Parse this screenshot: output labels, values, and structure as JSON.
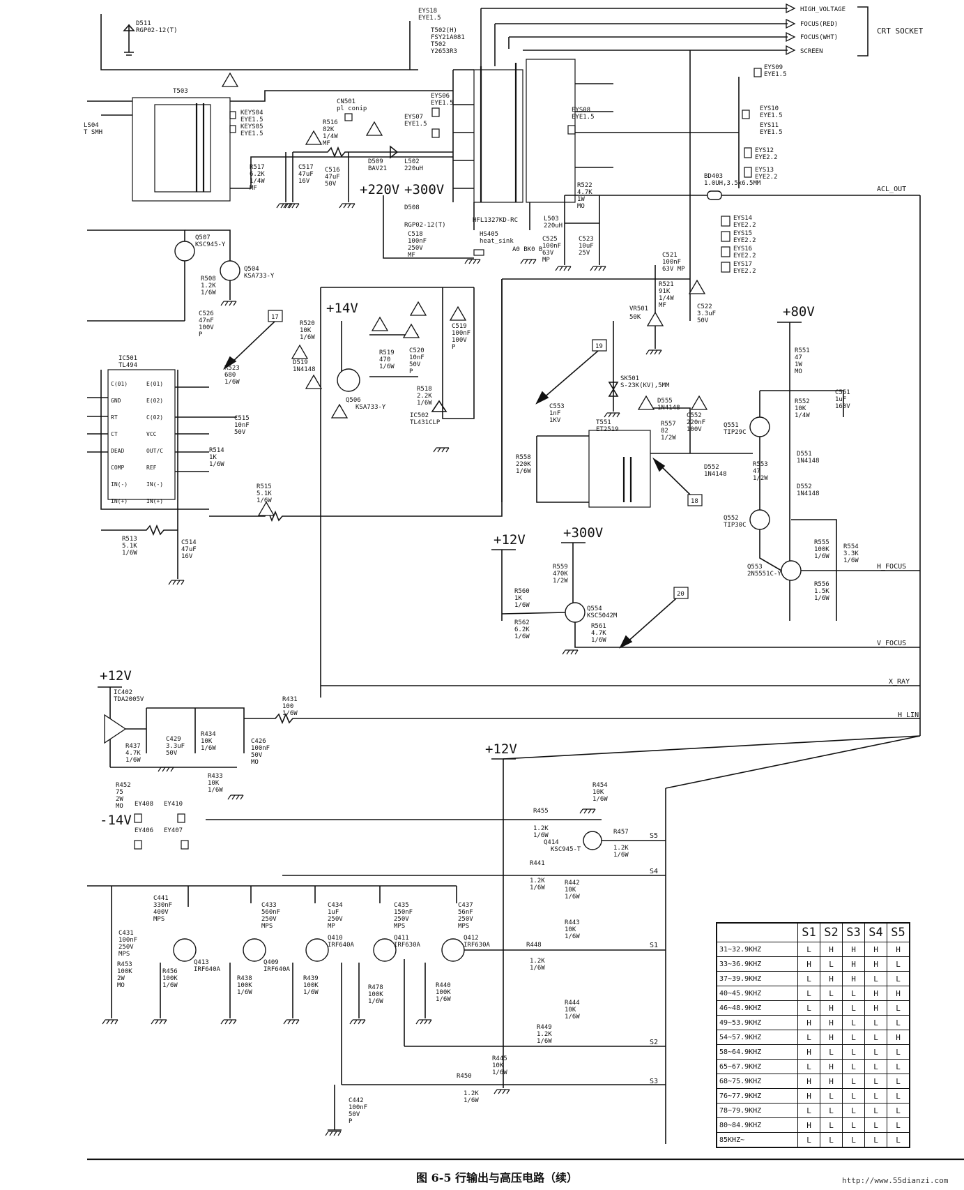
{
  "figure": {
    "caption": "图 6-5   行输出与高压电路（续）",
    "watermark": "http://www.55dianzi.com"
  },
  "connectors": {
    "crt_socket_label": "CRT SOCKET",
    "outputs": [
      "HIGH_VOLTAGE",
      "FOCUS(RED)",
      "FOCUS(WHT)",
      "SCREEN"
    ],
    "nets": [
      "ACL_OUT",
      "H_FOCUS",
      "V_FOCUS",
      "X_RAY",
      "H_LIN"
    ],
    "switch_lines": [
      "S5",
      "S4",
      "S1",
      "S2",
      "S3"
    ]
  },
  "rails": {
    "p220": "+220V",
    "p300a": "+300V",
    "p14": "+14V",
    "p80": "+80V",
    "p12a": "+12V",
    "p300b": "+300V",
    "p12b": "+12V",
    "p12c": "+12V",
    "m14": "-14V"
  },
  "callouts": [
    "17",
    "19",
    "18",
    "20"
  ],
  "components": {
    "d511": "D511",
    "d511v": "RGP02-12(T)",
    "eys18": "EYS18",
    "eys18v": "EYE1.5",
    "t502a": "T502(H)",
    "t502b": "FSY21A081",
    "t502c": "T502",
    "t502d": "Y2653R3",
    "t503": "T503",
    "ls04": "LS04",
    "ls04v": "T SMH",
    "keys04": "KEYS04",
    "keys04v": "EYE1.5",
    "keys05": "KEYS05",
    "keys05v": "EYE1.5",
    "cn501": "CN501",
    "cn501v": "pl conip",
    "eys06": "EYS06",
    "eys06v": "EYE1.5",
    "eys07": "EYS07",
    "eys07v": "EYE1.5",
    "eys08": "EYS08",
    "eys08v": "EYE1.5",
    "eys09": "EYS09",
    "eys09v": "EYE1.5",
    "eys10": "EYS10",
    "eys10v": "EYE1.5",
    "eys11": "EYS11",
    "eys11v": "EYE1.5",
    "eys12": "EYS12",
    "eys12v": "EYE2.2",
    "eys13": "EYS13",
    "eys13v": "EYE2.2",
    "eys14": "EYS14",
    "eys14v": "EYE2.2",
    "eys15": "EYS15",
    "eys15v": "EYE2.2",
    "eys16": "EYS16",
    "eys16v": "EYE2.2",
    "eys17": "EYS17",
    "eys17v": "EYE2.2",
    "r516": "R516",
    "r516v": "82K",
    "r516w": "1/4W",
    "r516x": "MF",
    "r517": "R517",
    "r517v": "6.2K",
    "r517w": "1/4W",
    "r517x": "MF",
    "c517": "C517",
    "c517v": "47uF",
    "c517w": "16V",
    "c516": "C516",
    "c516v": "47uF",
    "c516w": "50V",
    "d509": "D509",
    "d509v": "BAV21",
    "l502": "L502",
    "l502v": "220uH",
    "d508": "D508",
    "d508v": "RGP02-12(T)",
    "c518": "C518",
    "c518v": "100nF",
    "c518w": "250V",
    "c518x": "MF",
    "fbt": "HFL1327KD-RC",
    "l503": "L503",
    "l503v": "220uH",
    "hs405": "HS405",
    "hs405v": "heat_sink",
    "hs405w": "A0 BK0 B",
    "c525": "C525",
    "c525v": "100nF",
    "c525w": "63V",
    "c525x": "MP",
    "c523": "C523",
    "c523v": "10uF",
    "c523w": "25V",
    "r522": "R522",
    "r522v": "4.7K",
    "r522w": "1W",
    "r522x": "MO",
    "bd403": "BD403",
    "bd403v": "1.0UH,3.5x6.5MM",
    "c521": "C521",
    "c521v": "100nF",
    "c521w": "63V MP",
    "r521": "R521",
    "r521v": "91K",
    "r521w": "1/4W",
    "r521x": "MF",
    "vr501": "VR501",
    "vr501v": "50K",
    "c522": "C522",
    "c522v": "3.3uF",
    "c522w": "50V",
    "q507": "Q507",
    "q507v": "KSC945-Y",
    "q504": "Q504",
    "q504v": "KSA733-Y",
    "r508": "R508",
    "r508v": "1.2K",
    "r508w": "1/6W",
    "c526": "C526",
    "c526v": "47nF",
    "c526w": "100V",
    "c526x": "P",
    "ic501": "IC501",
    "ic501v": "TL494",
    "ic501_pins": [
      "C(01)",
      "E(01)",
      "GND",
      "E(02)",
      "RT",
      "C(02)",
      "CT",
      "VCC",
      "DEAD",
      "OUT/C",
      "COMP",
      "REF",
      "IN(-)",
      "IN(-)",
      "IN(+)",
      "IN(+)"
    ],
    "r523": "R523",
    "r523v": "680",
    "r523w": "1/6W",
    "c515": "C515",
    "c515v": "10nF",
    "c515w": "50V",
    "r514": "R514",
    "r514v": "1K",
    "r514w": "1/6W",
    "r515": "R515",
    "r515v": "5.1K",
    "r515w": "1/6W",
    "r513": "R513",
    "r513v": "5.1K",
    "r513w": "1/6W",
    "c514": "C514",
    "c514v": "47uF",
    "c514w": "16V",
    "r520": "R520",
    "r520v": "10K",
    "r520w": "1/6W",
    "d519": "D519",
    "d519v": "1N4148",
    "q506": "Q506",
    "q506v": "KSA733-Y",
    "r519": "R519",
    "r519v": "470",
    "r519w": "1/6W",
    "c520": "C520",
    "c520v": "10nF",
    "c520w": "50V",
    "c520x": "P",
    "r518": "R518",
    "r518v": "2.2K",
    "r518w": "1/6W",
    "c519": "C519",
    "c519v": "100nF",
    "c519w": "100V",
    "c519x": "P",
    "ic502": "IC502",
    "ic502v": "TL431CLP",
    "sk501": "SK501",
    "sk501v": "S-23K(KV),5MM",
    "c553": "C553",
    "c553v": "1nF",
    "c553w": "1KV",
    "r558": "R558",
    "r558v": "220K",
    "r558w": "1/6W",
    "t551": "T551",
    "t551v": "ET2519",
    "d555": "D555",
    "d555v": "1N4148",
    "r557": "R557",
    "r557v": "82",
    "r557w": "1/2W",
    "c552": "C552",
    "c552v": "220nF",
    "c552w": "100V",
    "d552b": "D552",
    "d552bv": "1N4148",
    "r553": "R553",
    "r553v": "47",
    "r553w": "1/2W",
    "r551": "R551",
    "r551v": "47",
    "r551w": "1W",
    "r551x": "MO",
    "r552": "R552",
    "r552v": "10K",
    "r552w": "1/4W",
    "c551": "C551",
    "c551v": "1uF",
    "c551w": "160V",
    "q551": "Q551",
    "q551v": "TIP29C",
    "d551": "D551",
    "d551v": "1N4148",
    "d552": "D552",
    "d552v": "1N4148",
    "q552": "Q552",
    "q552v": "TIP30C",
    "r555": "R555",
    "r555v": "100K",
    "r555w": "1/6W",
    "r554": "R554",
    "r554v": "3.3K",
    "r554w": "1/6W",
    "q553": "Q553",
    "q553v": "2N5551C-Y",
    "r556": "R556",
    "r556v": "1.5K",
    "r556w": "1/6W",
    "r559": "R559",
    "r559v": "470K",
    "r559w": "1/2W",
    "r560": "R560",
    "r560v": "1K",
    "r560w": "1/6W",
    "q554": "Q554",
    "q554v": "KSC5042M",
    "r562": "R562",
    "r562v": "6.2K",
    "r562w": "1/6W",
    "r561": "R561",
    "r561v": "4.7K",
    "r561w": "1/6W",
    "ic402": "IC402",
    "ic402v": "TDA2005V",
    "c429": "C429",
    "c429v": "3.3uF",
    "c429w": "50V",
    "r437": "R437",
    "r437v": "4.7K",
    "r437w": "1/6W",
    "r434": "R434",
    "r434v": "10K",
    "r434w": "1/6W",
    "c426": "C426",
    "c426v": "100nF",
    "c426w": "50V",
    "c426x": "MO",
    "r431": "R431",
    "r431v": "100",
    "r431w": "1/6W",
    "r433": "R433",
    "r433v": "10K",
    "r433w": "1/6W",
    "r452": "R452",
    "r452v": "75",
    "r452w": "2W",
    "r452x": "MO",
    "ey408": "EY408",
    "ey410": "EY410",
    "ey406": "EY406",
    "ey407": "EY407",
    "r454": "R454",
    "r454v": "10K",
    "r454w": "1/6W",
    "r455": "R455",
    "r455v": "1.2K",
    "r455w": "1/6W",
    "q414": "Q414",
    "q414v": "KSC945-T",
    "r457": "R457",
    "r457v": "1.2K",
    "r457w": "1/6W",
    "r441": "R441",
    "r441v": "1.2K",
    "r441w": "1/6W",
    "r442": "R442",
    "r442v": "10K",
    "r442w": "1/6W",
    "c441": "C441",
    "c441v": "330nF",
    "c441w": "400V",
    "c441x": "MPS",
    "c433": "C433",
    "c433v": "560nF",
    "c433w": "250V",
    "c433x": "MPS",
    "c434": "C434",
    "c434v": "1uF",
    "c434w": "250V",
    "c434x": "MP",
    "c435": "C435",
    "c435v": "150nF",
    "c435w": "250V",
    "c435x": "MPS",
    "c437": "C437",
    "c437v": "56nF",
    "c437w": "250V",
    "c437x": "MPS",
    "c431": "C431",
    "c431v": "100nF",
    "c431w": "250V",
    "c431x": "MPS",
    "r453": "R453",
    "r453v": "100K",
    "r453w": "2W",
    "r453x": "MO",
    "q413": "Q413",
    "q413v": "IRF640A",
    "q409": "Q409",
    "q409v": "IRF640A",
    "q410": "Q410",
    "q410v": "IRF640A",
    "q411": "Q411",
    "q411v": "IRF630A",
    "q412": "Q412",
    "q412v": "IRF630A",
    "r456": "R456",
    "r456v": "100K",
    "r456w": "1/6W",
    "r438": "R438",
    "r438v": "100K",
    "r438w": "1/6W",
    "r439": "R439",
    "r439v": "100K",
    "r439w": "1/6W",
    "r478": "R478",
    "r478v": "100K",
    "r478w": "1/6W",
    "r440": "R440",
    "r440v": "100K",
    "r440w": "1/6W",
    "r443": "R443",
    "r443v": "10K",
    "r443w": "1/6W",
    "r448": "R448",
    "r448v": "1.2K",
    "r448w": "1/6W",
    "r444": "R444",
    "r444v": "10K",
    "r444w": "1/6W",
    "r449": "R449",
    "r449v": "1.2K",
    "r449w": "1/6W",
    "r445": "R445",
    "r445v": "10K",
    "r445w": "1/6W",
    "r450": "R450",
    "r450v": "1.2K",
    "r450w": "1/6W",
    "c442": "C442",
    "c442v": "100nF",
    "c442w": "50V",
    "c442x": "P"
  },
  "frequency_table": {
    "headers": [
      "S1",
      "S2",
      "S3",
      "S4",
      "S5"
    ],
    "rows": [
      {
        "freq": "31~32.9KHZ",
        "s": [
          "L",
          "H",
          "H",
          "H",
          "H"
        ]
      },
      {
        "freq": "33~36.9KHZ",
        "s": [
          "H",
          "L",
          "H",
          "H",
          "L"
        ]
      },
      {
        "freq": "37~39.9KHZ",
        "s": [
          "L",
          "H",
          "H",
          "L",
          "L"
        ]
      },
      {
        "freq": "40~45.9KHZ",
        "s": [
          "L",
          "L",
          "L",
          "H",
          "H"
        ]
      },
      {
        "freq": "46~48.9KHZ",
        "s": [
          "L",
          "H",
          "L",
          "H",
          "L"
        ]
      },
      {
        "freq": "49~53.9KHZ",
        "s": [
          "H",
          "H",
          "L",
          "L",
          "L"
        ]
      },
      {
        "freq": "54~57.9KHZ",
        "s": [
          "L",
          "H",
          "L",
          "L",
          "H"
        ]
      },
      {
        "freq": "58~64.9KHZ",
        "s": [
          "H",
          "L",
          "L",
          "L",
          "L"
        ]
      },
      {
        "freq": "65~67.9KHZ",
        "s": [
          "L",
          "H",
          "L",
          "L",
          "L"
        ]
      },
      {
        "freq": "68~75.9KHZ",
        "s": [
          "H",
          "H",
          "L",
          "L",
          "L"
        ]
      },
      {
        "freq": "76~77.9KHZ",
        "s": [
          "H",
          "L",
          "L",
          "L",
          "L"
        ]
      },
      {
        "freq": "78~79.9KHZ",
        "s": [
          "L",
          "L",
          "L",
          "L",
          "L"
        ]
      },
      {
        "freq": "80~84.9KHZ",
        "s": [
          "H",
          "L",
          "L",
          "L",
          "L"
        ]
      },
      {
        "freq": "85KHZ~",
        "s": [
          "L",
          "L",
          "L",
          "L",
          "L"
        ]
      }
    ]
  }
}
